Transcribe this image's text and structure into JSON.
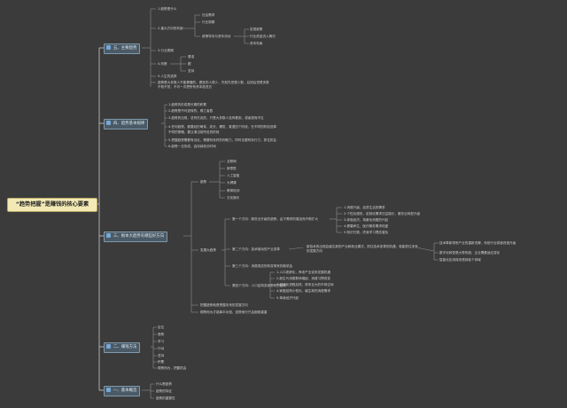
{
  "root": "“趋势把握”是赚钱的核心要素",
  "branches": {
    "b1": "五、主要趋势",
    "b2": "四、趋势基本规律",
    "b3": "三、根本大趋势有哪些好方向",
    "b4": "二、赚钱方法",
    "b5": "一、基本概念"
  },
  "b1_nodes": {
    "n1": "1.趋势是什么",
    "n2": "2.重大方向的判定",
    "n2a": "社会需求",
    "n2b": "行业周期",
    "n2c": "政策导向与资本流动",
    "n2c1": "宏观政策",
    "n2c2": "行业资金流入情况",
    "n2c3": "资本布局",
    "n3": "3.行业周期",
    "n4": "4.判断",
    "n4a": "看准",
    "n4b": "跟",
    "n4c": "坚持",
    "n5": "5.人生的选择",
    "n6a": "趋势是大多数人不能看懂的，看准的人很少，先知先觉是少数，后知后觉是多数",
    "n6b": "不知不觉，不可一次把所有资本投进去"
  },
  "b2_nodes": {
    "t1": "1.趋势的形成是长期的积累",
    "t2": "2.趋势是不可逆转的，顺之者昌",
    "t3": "3.趋势的出现，总有先兆的，只是大多数人没有看到，或者视而不见",
    "t4": "4.任何趋势，都要经历萌芽、成长、爆发、衰退四个阶段，在不同的阶段选择",
    "t5": "不同的策略，要认清当前所处的阶段",
    "t6": "5.把握趋势需要有远见，需要有良好的判断力，同时也要有执行力，抓住机会",
    "t7": "6.趋势一旦形成，会持续较长时间"
  },
  "b3_nodes": {
    "cat": "趋势",
    "c1": "互联网",
    "c2": "新零售",
    "c3": "人工智能",
    "c4": "大健康",
    "c5": "教育培训",
    "c6": "文化娱乐",
    "s1": "第一个方向：服务业升级的趋势，由于需求的增加而不断扩大",
    "s1a": "1.消费升级，品质生活的需求",
    "s1b": "2.个性化服务，定制化需求日益增长，服务业转型升级",
    "s1c": "3.体验经济，场景化消费的兴起",
    "s1d": "4.健康养生，医疗服务需求旺盛",
    "s1e": "5.知识付费，终身学习理念普及",
    "big": "发展大趋势",
    "s2": "第二个方向：技术驱动的产业变革",
    "s2a": "新技术的出现会催生新的产业和商业模式，抓住技术变革的机遇，就能抓住未来",
    "s2a2": "的发展方向",
    "s2r1": "技术革新带来产业的重新洗牌，传统行业将被改造升级",
    "s2r2": "数字化转型是大势所趋，企业需要适应变化",
    "s2r3": "智能化应用将渗透到各个领域",
    "s3": "第三个方向：消费观念的转变带来的新机会",
    "s4": "第四个方向：人口结构变化带来的趋势",
    "s4a": "1.人口老龄化，养老产业迎来发展机遇",
    "s4b": "2.新生代消费群体崛起，消费习惯改变",
    "s4c": "3.城镇化进程加快，带来巨大的市场空间",
    "s4d": "4.家庭结构小型化，催生新的消费需求",
    "s4e": "5.单身经济兴起",
    "x1": "把握趋势就是把握未来的发展方向",
    "x2": "顺势而为才能事半功倍，逆势而行只会困难重重"
  },
  "b4_nodes": {
    "m1": "定位",
    "m2": "借势",
    "m3": "学习",
    "m4": "行动",
    "m5": "坚持",
    "m6": "积累",
    "m7": "顺势而为，把握机会"
  },
  "b5_nodes": {
    "k1": "什么是趋势",
    "k2": "趋势的特征",
    "k3": "趋势的重要性"
  }
}
